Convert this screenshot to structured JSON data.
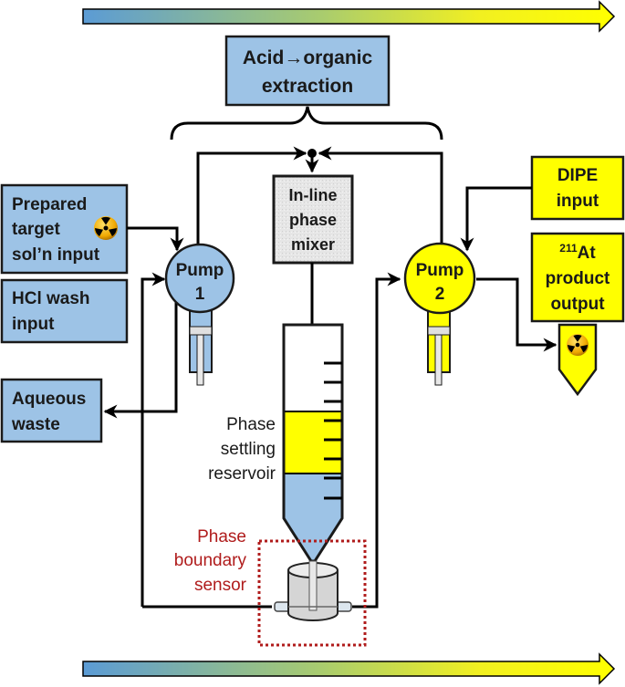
{
  "colors": {
    "blue_box": "#9dc3e6",
    "yellow_box": "#ffff00",
    "mixer_fill": "#e4e4e4",
    "sensor_red": "#b01c1c",
    "gradient_start": "#5b9bd5",
    "gradient_end": "#ffff00"
  },
  "process_label": {
    "line1": "Acid→organic",
    "line2": "extraction"
  },
  "inputs_left": [
    {
      "id": "prepared-target",
      "lines": [
        "Prepared",
        "target",
        "sol’n input"
      ],
      "icon": "radiation-icon"
    },
    {
      "id": "hcl-wash",
      "lines": [
        "HCl wash",
        "input"
      ]
    },
    {
      "id": "aqueous-waste",
      "lines": [
        "Aqueous",
        "waste"
      ]
    }
  ],
  "pump1": {
    "line1": "Pump",
    "line2": "1"
  },
  "pump2": {
    "line1": "Pump",
    "line2": "2"
  },
  "mixer": {
    "lines": [
      "In-line",
      "phase",
      "mixer"
    ]
  },
  "reservoir": {
    "lines": [
      "Phase",
      "settling",
      "reservoir"
    ]
  },
  "sensor": {
    "lines": [
      "Phase",
      "boundary",
      "sensor"
    ]
  },
  "inputs_right": [
    {
      "id": "dipe-input",
      "lines": [
        "DIPE",
        "input"
      ]
    },
    {
      "id": "product-output",
      "superscript": "211",
      "element": "At",
      "lines": [
        "product",
        "output"
      ],
      "icon": "radiation-icon"
    }
  ]
}
